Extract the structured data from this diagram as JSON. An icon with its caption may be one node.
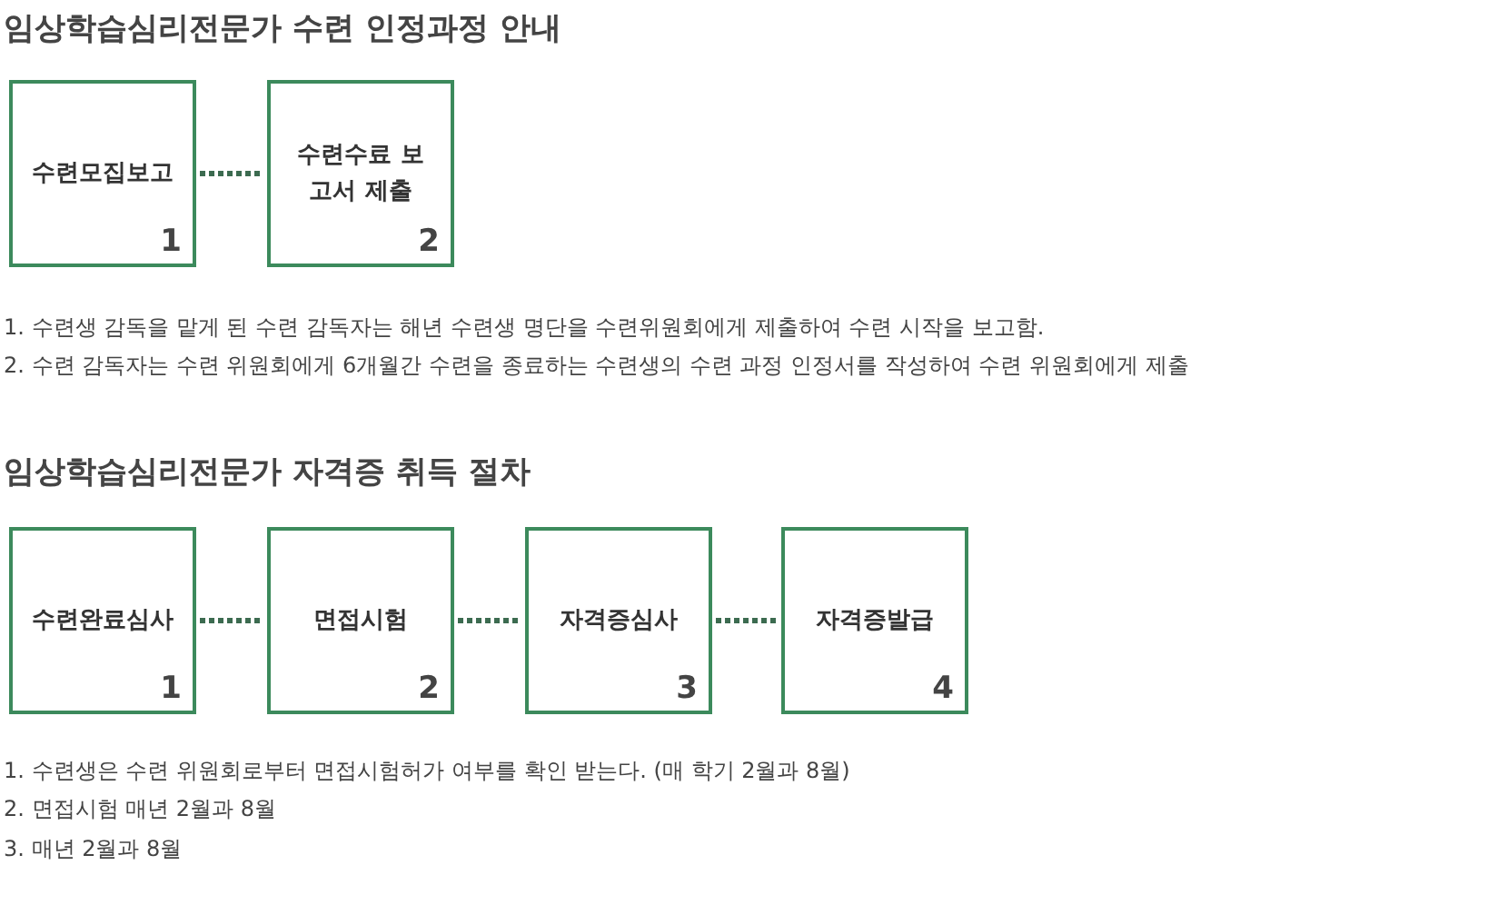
{
  "diagram": {
    "title": "임상학습심리전문가 수련 인정과정 안내",
    "nodes": [
      {
        "text": [
          "수련모집보고",
          "1"
        ]
      },
      {
        "text": [
          "수련수료 보고서 제출",
          "2"
        ]
      },
      {
        "text": [
          "수련완료심사",
          "1"
        ]
      },
      {
        "text": [
          "면접시험",
          "2"
        ]
      },
      {
        "text": [
          "자격증심사",
          "3"
        ]
      },
      {
        "text": [
          "자격증발급",
          "4"
        ]
      }
    ],
    "edges": [
      {
        "from": 0,
        "to": 1,
        "arrow": "none",
        "style": "dashed"
      },
      {
        "from": 2,
        "to": 3,
        "arrow": "none",
        "style": "dashed"
      },
      {
        "from": 3,
        "to": 4,
        "arrow": "none",
        "style": "dashed"
      },
      {
        "from": 4,
        "to": 5,
        "arrow": "none",
        "style": "dashed"
      }
    ],
    "labels": [
      "1. 수련생 감독을 맡게 된 수련 감독자는 해년 수련생 명단을 수련위원회에게 제출하여 수련 시작을 보고함.",
      "2. 수련 감독자는 수련 위원회에게 6개월간 수련을 종료하는 수련생의 수련 과정 인정서를 작성하여 수련 위원회에게 제출",
      "임상학습심리전문가 자격증 취득 절차",
      "1. 수련생은 수련 위원회로부터 면접시험허가 여부를 확인 받는다. (매 학기 2월과 8월)",
      "2. 면접시험 매년 2월과 8월",
      "3. 매년 2월과 8월"
    ]
  }
}
